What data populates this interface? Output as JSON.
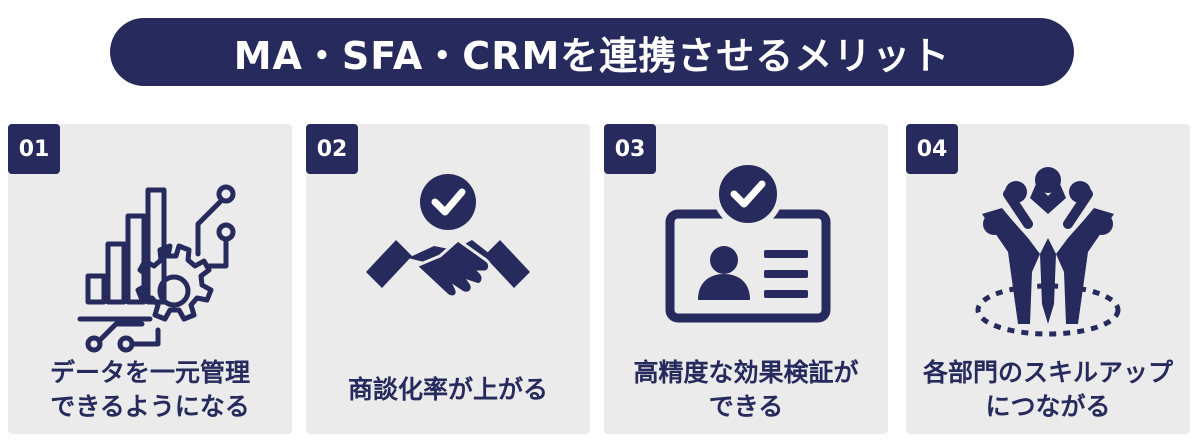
{
  "title": "MA・SFA・CRMを連携させるメリット",
  "colors": {
    "navy": "#262a5c",
    "card_bg": "#ebebeb",
    "white": "#ffffff"
  },
  "cards": [
    {
      "number": "01",
      "icon": "analytics-gear-icon",
      "lines": [
        "データを一元管理",
        "できるようになる"
      ]
    },
    {
      "number": "02",
      "icon": "handshake-check-icon",
      "lines": [
        "商談化率が上がる"
      ]
    },
    {
      "number": "03",
      "icon": "profile-card-check-icon",
      "lines": [
        "高精度な効果検証が",
        "できる"
      ]
    },
    {
      "number": "04",
      "icon": "team-circle-icon",
      "lines": [
        "各部門のスキルアップ",
        "につながる"
      ]
    }
  ]
}
